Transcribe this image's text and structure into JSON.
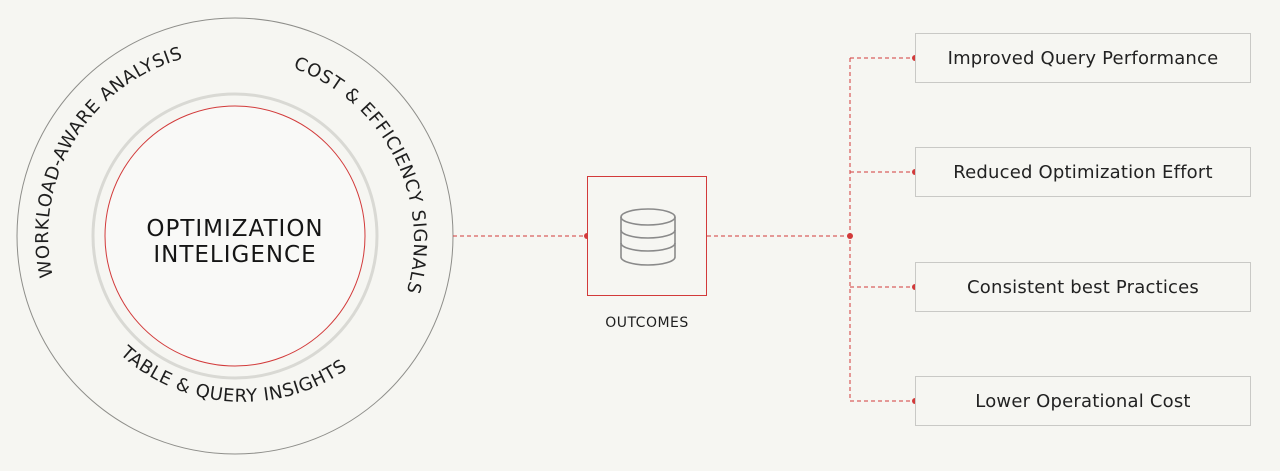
{
  "core": {
    "line1": "OPTIMIZATION",
    "line2": "INTELIGENCE"
  },
  "ring_labels": {
    "left": "WORKLOAD-AWARE ANALYSIS",
    "right": "COST & EFFICIENCY SIGNALS",
    "bottom": "TABLE & QUERY INSIGHTS"
  },
  "hub": {
    "label": "OUTCOMES",
    "icon": "database-icon"
  },
  "outcomes": [
    {
      "label": "Improved Query Performance"
    },
    {
      "label": "Reduced Optimization Effort"
    },
    {
      "label": "Consistent best Practices"
    },
    {
      "label": "Lower Operational Cost"
    }
  ],
  "colors": {
    "accent": "#d23a3a",
    "ring": "#8e8e8a",
    "inner_ring": "#d9d9d4",
    "box_border": "#c9c9c6",
    "background": "#f6f6f2",
    "core_fill": "#f9f9f7"
  }
}
